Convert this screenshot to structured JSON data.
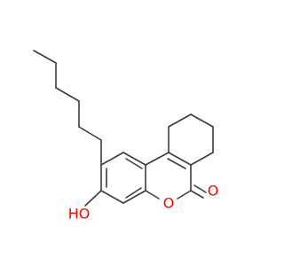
{
  "molecule": {
    "atom_labels": {
      "hydroxyl": "HO",
      "ring_oxygen": "O",
      "carbonyl_oxygen": "O"
    },
    "colors": {
      "bond": "#3c3c3c",
      "oxygen": "#ff0000",
      "background": "#ffffff"
    }
  }
}
